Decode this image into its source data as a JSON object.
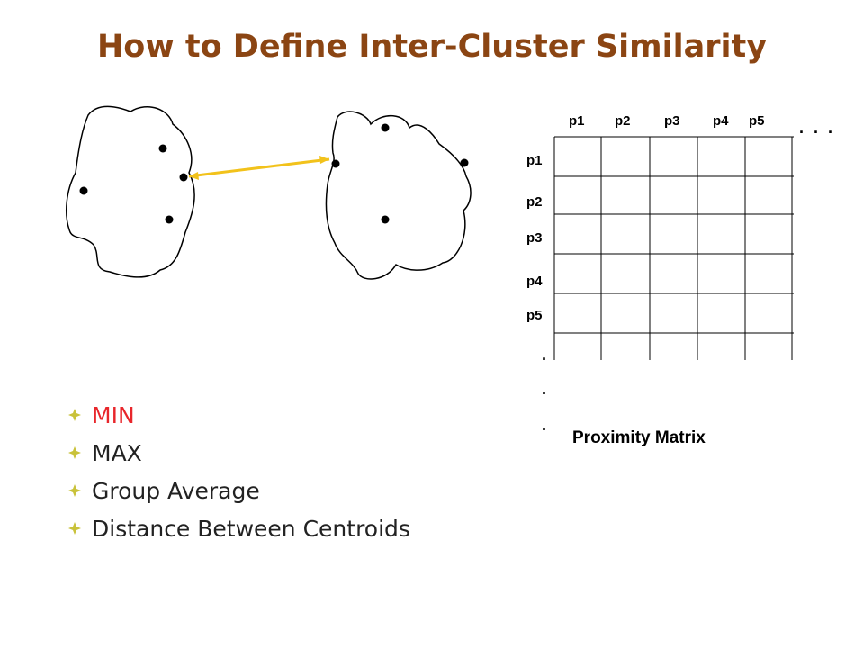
{
  "slide": {
    "title": "How to Define Inter-Cluster Similarity",
    "colors": {
      "title": "#8B4513",
      "highlight": "#e8262b",
      "bullet": "#c9c23a",
      "link": "#f2c21b"
    }
  },
  "matrix": {
    "column_headers": [
      "p1",
      "p2",
      "p3",
      "p4",
      "p5"
    ],
    "row_headers": [
      "p1",
      "p2",
      "p3",
      "p4",
      "p5"
    ],
    "column_ellipsis": ". . .",
    "row_ellipsis": [
      ".",
      ".",
      "."
    ],
    "caption": "Proximity Matrix"
  },
  "bullets": [
    {
      "label": "MIN",
      "highlighted": true
    },
    {
      "label": "MAX",
      "highlighted": false
    },
    {
      "label": "Group Average",
      "highlighted": false
    },
    {
      "label": "Distance Between Centroids",
      "highlighted": false
    }
  ]
}
